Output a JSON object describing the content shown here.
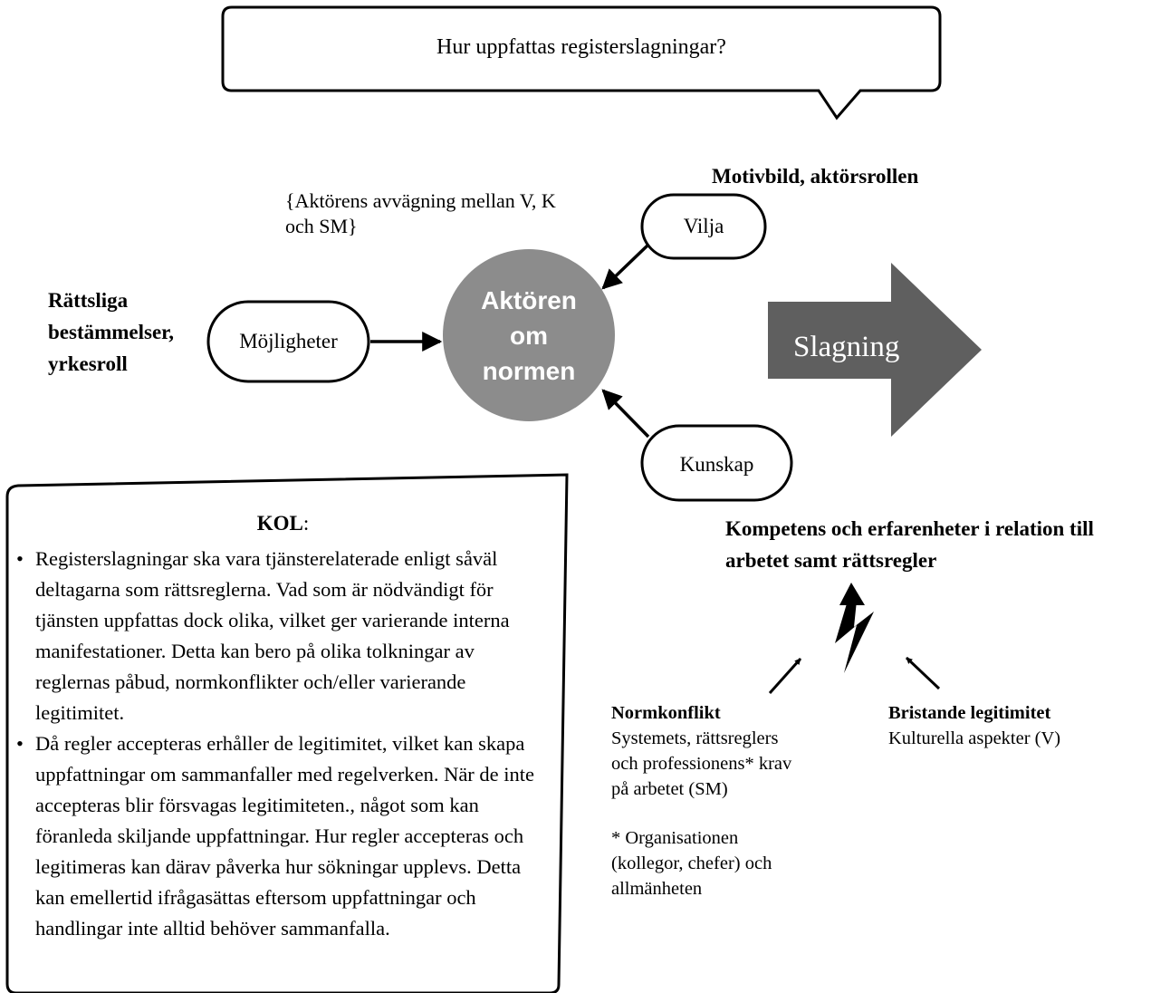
{
  "question": "Hur uppfattas registerslagningar?",
  "center": {
    "line1": "Aktören",
    "line2": "om",
    "line3": "normen"
  },
  "arrow_label": "Slagning",
  "nodes": {
    "mojligheter": "Möjligheter",
    "vilja": "Vilja",
    "kunskap": "Kunskap"
  },
  "avvagning": {
    "line1": "{Aktörens avvägning mellan V, K",
    "line2": "och SM}"
  },
  "motivbild": "Motivbild, aktörsrollen",
  "rattsliga": {
    "line1": "Rättsliga",
    "line2": "bestämmelser,",
    "line3": "yrkesroll"
  },
  "kompetens": {
    "line1": "Kompetens och erfarenheter i relation till",
    "line2": "arbetet samt rättsregler"
  },
  "normkonflikt": {
    "title": "Normkonflikt",
    "line1": "Systemets, rättsreglers",
    "line2": "och professionens* krav",
    "line3": "på arbetet (SM)",
    "note1": "* Organisationen",
    "note2": "(kollegor, chefer) och",
    "note3": "allmänheten"
  },
  "bristande": {
    "title": "Bristande legitimitet",
    "sub": "Kulturella aspekter (V)"
  },
  "kol": {
    "title": "KOL",
    "colon": ":",
    "bullet1": "Registerslagningar ska vara tjänsterelaterade enligt såväl deltagarna som rättsreglerna. Vad som är nödvändigt för tjänsten uppfattas dock olika, vilket ger varierande interna manifestationer. Detta kan bero på olika tolkningar av reglernas påbud, normkonflikter och/eller varierande legitimitet.",
    "bullet2": "Då regler accepteras erhåller de legitimitet, vilket kan skapa uppfattningar om sammanfaller med regelverken. När de inte accepteras blir försvagas legitimiteten., något som kan föranleda skiljande uppfattningar. Hur regler accepteras och legitimeras kan därav påverka hur sökningar upplevs. Detta kan emellertid ifrågasättas eftersom uppfattningar och handlingar inte alltid behöver sammanfalla."
  },
  "colors": {
    "circle": "#8c8c8c",
    "big_arrow": "#5f5f5f",
    "stroke": "#000000"
  },
  "icons": [
    "lightning-bolt-icon"
  ]
}
